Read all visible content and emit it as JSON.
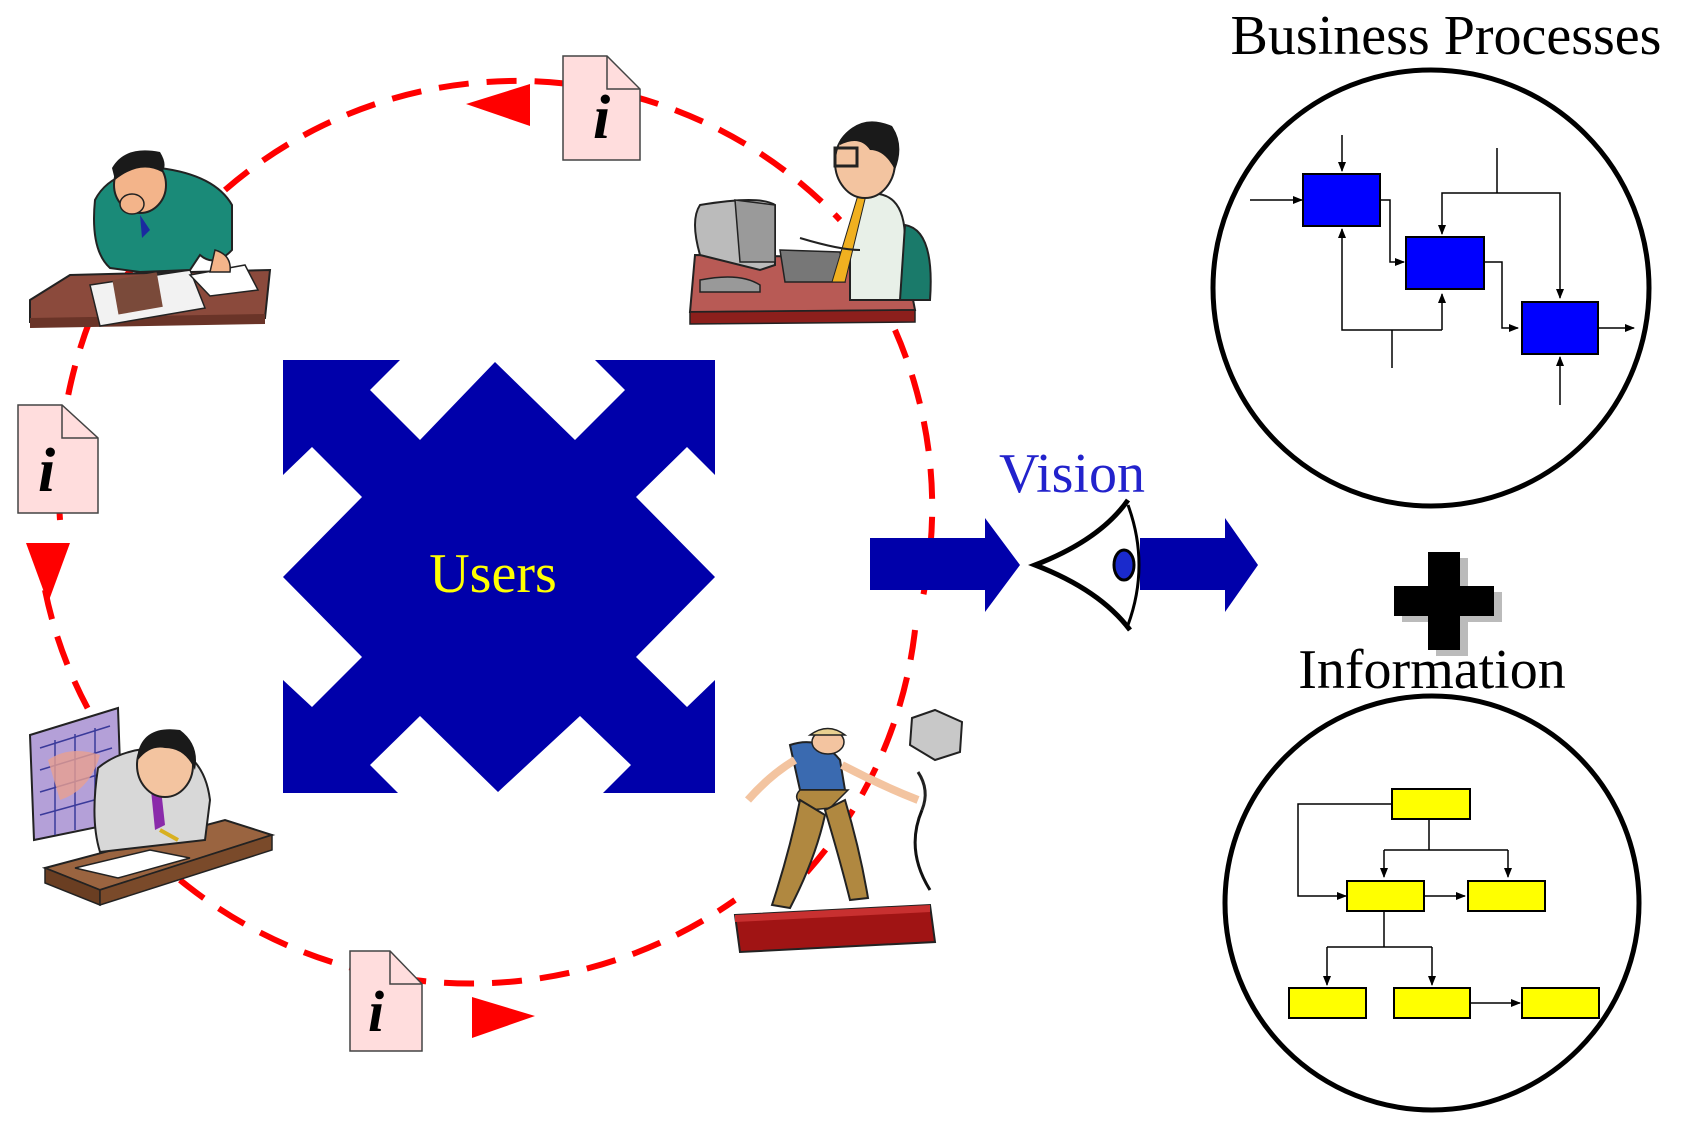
{
  "center": {
    "label": "Users",
    "label_color": "#FFFF00",
    "shape_color": "#0000AA",
    "shape_icon": "four-way-arrow-icon"
  },
  "cycle": {
    "line_color": "#FF0000",
    "info_icon_glyph": "i",
    "info_icon_fill": "#FFDDDD"
  },
  "vision": {
    "label": "Vision",
    "label_color": "#2222CC",
    "arrow_color": "#0000AA",
    "icon": "eye-icon"
  },
  "business_processes": {
    "title": "Business Processes",
    "box_color": "#0000FF",
    "icon": "process-flow-diagram-icon"
  },
  "plus": {
    "icon": "plus-icon",
    "color": "#000000"
  },
  "information": {
    "title": "Information",
    "box_color": "#FFFF00",
    "icon": "hierarchy-diagram-icon"
  },
  "users_pictured": [
    {
      "icon": "manager-reading-document-icon"
    },
    {
      "icon": "office-worker-computer-icon"
    },
    {
      "icon": "analyst-with-map-icon"
    },
    {
      "icon": "construction-worker-beam-icon"
    }
  ]
}
